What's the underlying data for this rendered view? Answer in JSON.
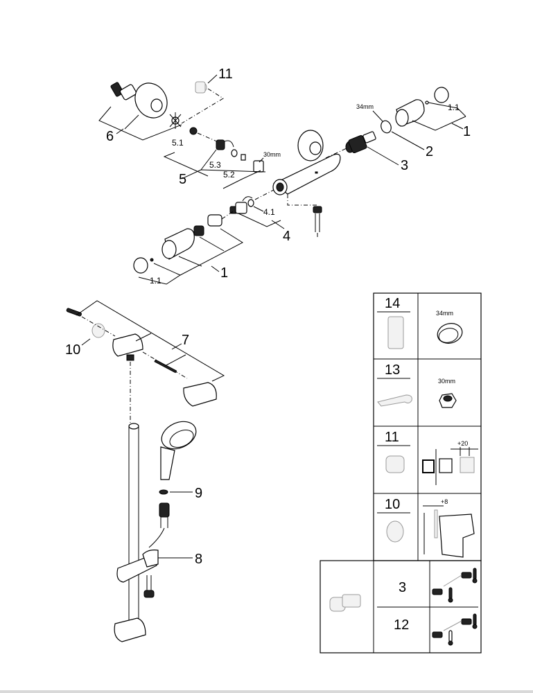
{
  "diagram": {
    "title": "Exploded parts diagram - thermostatic shower mixer with shower rail set",
    "callouts": {
      "p1_top": "1",
      "p1_1_top": "1.1",
      "p2": "2",
      "p2_size": "34mm",
      "p3": "3",
      "p4": "4",
      "p4_1": "4.1",
      "p5": "5",
      "p5_1": "5.1",
      "p5_2": "5.2",
      "p5_3": "5.3",
      "p5_size": "30mm",
      "p6": "6",
      "p11": "11",
      "p1_bottom": "1",
      "p1_1_bottom": "1.1",
      "p7": "7",
      "p8": "8",
      "p9": "9",
      "p10": "10"
    },
    "accessory_table": {
      "rows": [
        {
          "number": "14",
          "detail_label": "34mm",
          "icon": "socket-tool-icon",
          "detail_icon": "ring-nut-icon"
        },
        {
          "number": "13",
          "detail_label": "30mm",
          "icon": "wrench-icon",
          "detail_icon": "hex-nut-icon"
        },
        {
          "number": "11",
          "detail_label": "+20",
          "icon": "extension-piece-icon",
          "detail_icon": "wall-extension-diagram-icon"
        },
        {
          "number": "10",
          "detail_label": "+8",
          "icon": "spacer-ring-icon",
          "detail_icon": "wall-spacer-diagram-icon"
        }
      ],
      "cartridge_rows": [
        {
          "number": "3",
          "icon": "hot-cold-connectors-icon"
        },
        {
          "number": "12",
          "icon": "reversed-connectors-icon"
        }
      ]
    }
  }
}
